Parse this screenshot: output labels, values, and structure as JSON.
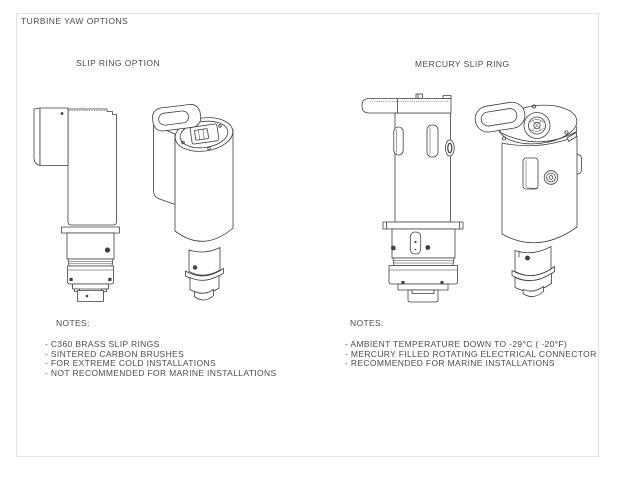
{
  "window": {
    "title": "TURBINE YAW OPTIONS"
  },
  "sections": [
    {
      "heading": "SLIP RING OPTION",
      "notes_heading": "NOTES:",
      "notes": [
        "- C360 BRASS SLIP RINGS",
        "- SINTERED CARBON BRUSHES",
        "- FOR EXTREME COLD INSTALLATIONS",
        "- NOT RECOMMENDED FOR MARINE INSTALLATIONS"
      ]
    },
    {
      "heading": "MERCURY SLIP RING",
      "notes_heading": "NOTES:",
      "notes": [
        "- AMBIENT TEMPERATURE DOWN TO -29°C ( -20°F)",
        "- MERCURY FILLED ROTATING ELECTRICAL CONNECTOR",
        "- RECOMMENDED FOR MARINE INSTALLATIONS"
      ]
    }
  ],
  "drawings": {
    "slip_ring_side": "slip-ring-assembly-side-view",
    "slip_ring_iso": "slip-ring-assembly-isometric-view",
    "mercury_side": "mercury-slip-ring-assembly-side-view",
    "mercury_iso": "mercury-slip-ring-assembly-isometric-view"
  },
  "colors": {
    "background": "#ffffff",
    "frame_border": "#e2e2e2",
    "text": "#4c4c4c",
    "line": "#3f3f3f"
  }
}
